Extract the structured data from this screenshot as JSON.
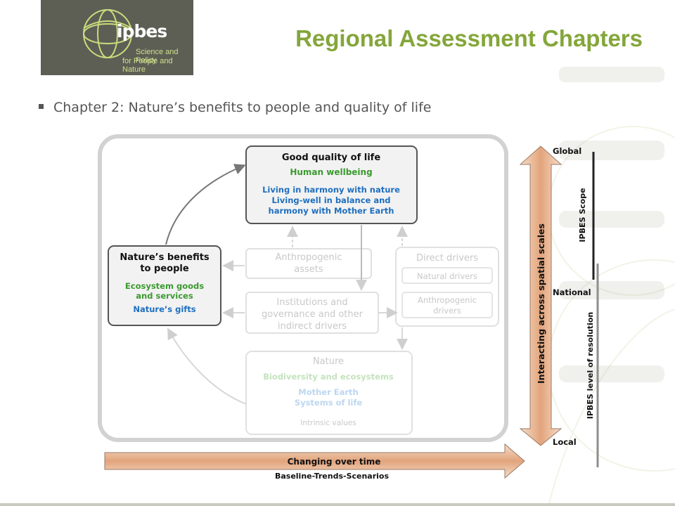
{
  "header": {
    "logo_word": "ipbes",
    "logo_tagline_1": "Science and Policy",
    "logo_tagline_2": "for People and Nature",
    "title": "Regional Assessment Chapters"
  },
  "bullet": "Chapter 2: Nature’s benefits to people and quality of life",
  "diagram": {
    "good_quality": {
      "title": "Good quality of life",
      "line1": "Human wellbeing",
      "line2": "Living in harmony with nature",
      "line3": "Living-well in balance and",
      "line4": "harmony with Mother Earth"
    },
    "benefits": {
      "title1": "Nature’s benefits",
      "title2": "to people",
      "line1": "Ecosystem goods",
      "line2": "and services",
      "line3": "Nature’s gifts"
    },
    "anthropogenic_assets": {
      "line1": "Anthropogenic",
      "line2": "assets"
    },
    "institutions": {
      "line1": "Institutions and",
      "line2": "governance and other",
      "line3": "indirect drivers"
    },
    "direct_drivers": {
      "title": "Direct drivers",
      "natural": "Natural drivers",
      "anthro1": "Anthropogenic",
      "anthro2": "drivers"
    },
    "nature": {
      "title": "Nature",
      "line1": "Biodiversity and ecosystems",
      "line2": "Mother Earth",
      "line3": "Systems of life",
      "line4": "Intrinsic values"
    },
    "time_arrow": {
      "label": "Changing over time",
      "sublabel": "Baseline-Trends-Scenarios"
    },
    "scale": {
      "global": "Global",
      "national": "National",
      "local": "Local",
      "arrow_label": "Interacting across spatial scales",
      "scope": "IPBES Scope",
      "resolution": "IPBES level of resolution"
    },
    "colors": {
      "green": "#3a9a2f",
      "blue": "#1f6fbf",
      "arrow_fill": "#e5b08c",
      "title_green": "#84a63a"
    }
  }
}
